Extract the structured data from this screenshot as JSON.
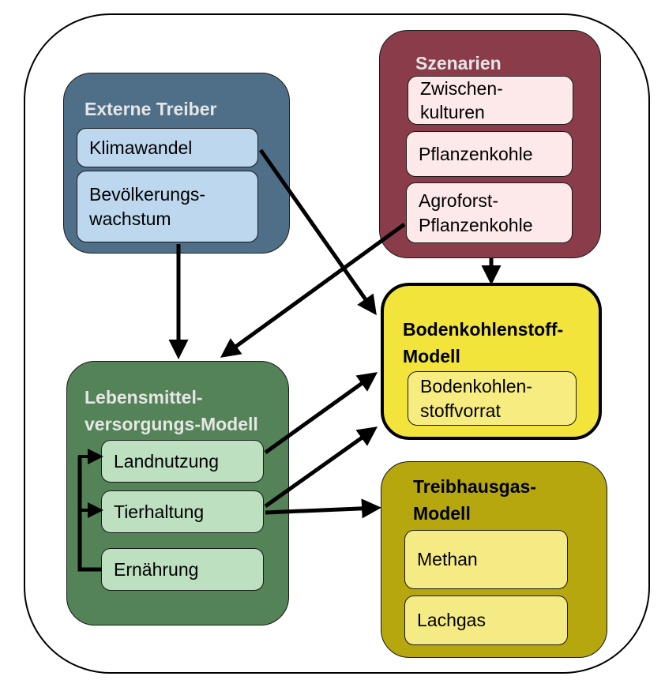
{
  "colors": {
    "externe_treiber": "#4f6f88",
    "externe_item": "#bdd7ee",
    "szenarien": "#8b3c4b",
    "szenarien_item": "#fde9ea",
    "boden": "#f2e43a",
    "boden_item": "#f6ec80",
    "treibhaus": "#b5a70d",
    "treibhaus_item": "#f5eb84",
    "lebensmittel": "#538356",
    "lebensmittel_item": "#bde0c1",
    "light_title": "#e6e6e6",
    "arrow": "#000000"
  },
  "groups": {
    "externe_treiber": {
      "title": "Externe Treiber",
      "items": [
        "Klimawandel",
        "Bevölkerungs-\nwachstum"
      ]
    },
    "szenarien": {
      "title": "Szenarien",
      "items": [
        "Zwischen-\nkulturen",
        "Pflanzenkohle",
        "Agroforst-\nPflanzenkohle"
      ]
    },
    "bodenkohlenstoff": {
      "title": "Bodenkohlenstoff-\nModell",
      "items": [
        "Bodenkohlen-\nstoffvorrat"
      ]
    },
    "lebensmittel": {
      "title": "Lebensmittel-\nversorgungs-Modell",
      "items": [
        "Landnutzung",
        "Tierhaltung",
        "Ernährung"
      ]
    },
    "treibhausgas": {
      "title": "Treibhausgas-\nModell",
      "items": [
        "Methan",
        "Lachgas"
      ]
    }
  },
  "connections": [
    {
      "from": "Klimawandel",
      "to": "Bodenkohlenstoff-Modell"
    },
    {
      "from": "Bevölkerungswachstum",
      "to": "Lebensmittelversorgungs-Modell"
    },
    {
      "from": "Agroforst-Pflanzenkohle",
      "to": "Lebensmittelversorgungs-Modell"
    },
    {
      "from": "Szenarien",
      "to": "Bodenkohlenstoff-Modell"
    },
    {
      "from": "Landnutzung",
      "to": "Bodenkohlenstoff-Modell"
    },
    {
      "from": "Tierhaltung",
      "to": "Bodenkohlenstoff-Modell"
    },
    {
      "from": "Tierhaltung",
      "to": "Treibhausgas-Modell"
    },
    {
      "from": "Ernährung",
      "to": "Landnutzung"
    },
    {
      "from": "Ernährung",
      "to": "Tierhaltung"
    }
  ]
}
